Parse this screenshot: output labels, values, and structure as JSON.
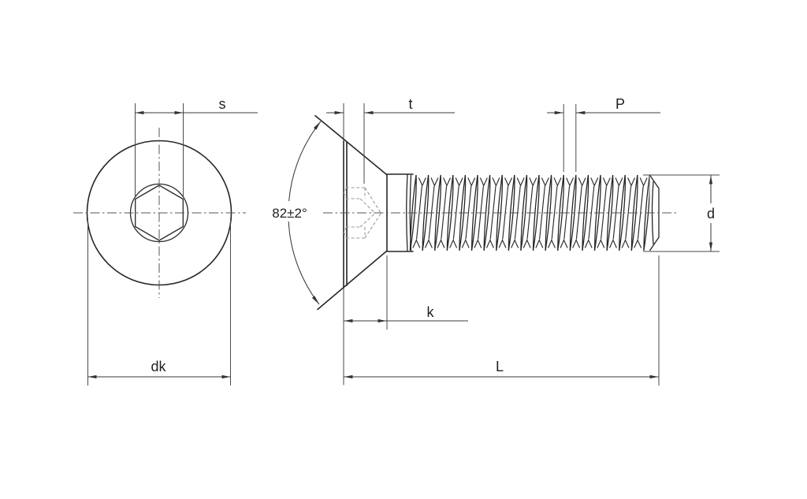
{
  "labels": {
    "socket_width": "s",
    "socket_depth": "t",
    "thread_pitch": "P",
    "head_diameter": "dk",
    "head_height": "k",
    "length": "L",
    "thread_diameter": "d",
    "countersink_angle": "82±2°"
  },
  "colors": {
    "outline": "#262626",
    "dimension": "#3a3a3a",
    "hidden_line": "#9b9b9b",
    "background": "#ffffff"
  }
}
